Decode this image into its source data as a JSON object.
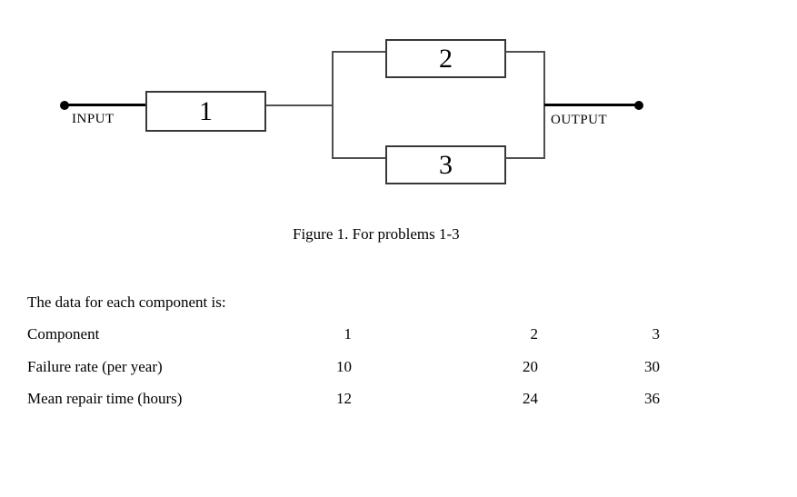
{
  "colors": {
    "ink": "#000000",
    "box_border": "#383838",
    "connector_line": "#4f4f4f"
  },
  "diagram": {
    "input_label": "INPUT",
    "output_label": "OUTPUT",
    "blocks": [
      {
        "id": "1"
      },
      {
        "id": "2"
      },
      {
        "id": "3"
      }
    ]
  },
  "caption": "Figure 1. For problems 1-3",
  "intro_text": "The data for each component is:",
  "component_table": {
    "rows": [
      {
        "label": "Component",
        "values": [
          "1",
          "2",
          "3"
        ]
      },
      {
        "label": "Failure rate (per year)",
        "values": [
          "10",
          "20",
          "30"
        ]
      },
      {
        "label": "Mean repair time (hours)",
        "values": [
          "12",
          "24",
          "36"
        ]
      }
    ]
  }
}
